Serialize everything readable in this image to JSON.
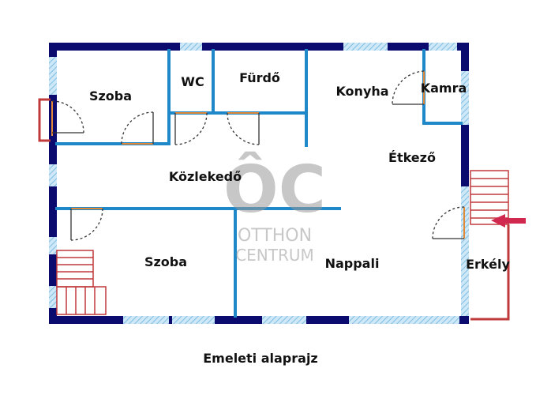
{
  "rooms": {
    "szoba_top": "Szoba",
    "wc": "WC",
    "furdo": "Fürdő",
    "konyha": "Konyha",
    "kamra": "Kamra",
    "etkezo": "Étkező",
    "kozlekedo": "Közlekedő",
    "szoba_bottom": "Szoba",
    "nappali": "Nappali",
    "erkely": "Erkély"
  },
  "watermark": {
    "logo": "ÔC",
    "line1": "OTTHON",
    "line2": "CENTRUM"
  },
  "caption": "Emeleti alaprajz",
  "colors": {
    "outer_wall": "#0b0a6e",
    "inner_wall": "#1e88c8",
    "window": "#a8d4ee",
    "stairs": "#c0393b",
    "entry_arrow": "#d0284f",
    "door": "#333333",
    "watermark": "#9a9a9a"
  }
}
